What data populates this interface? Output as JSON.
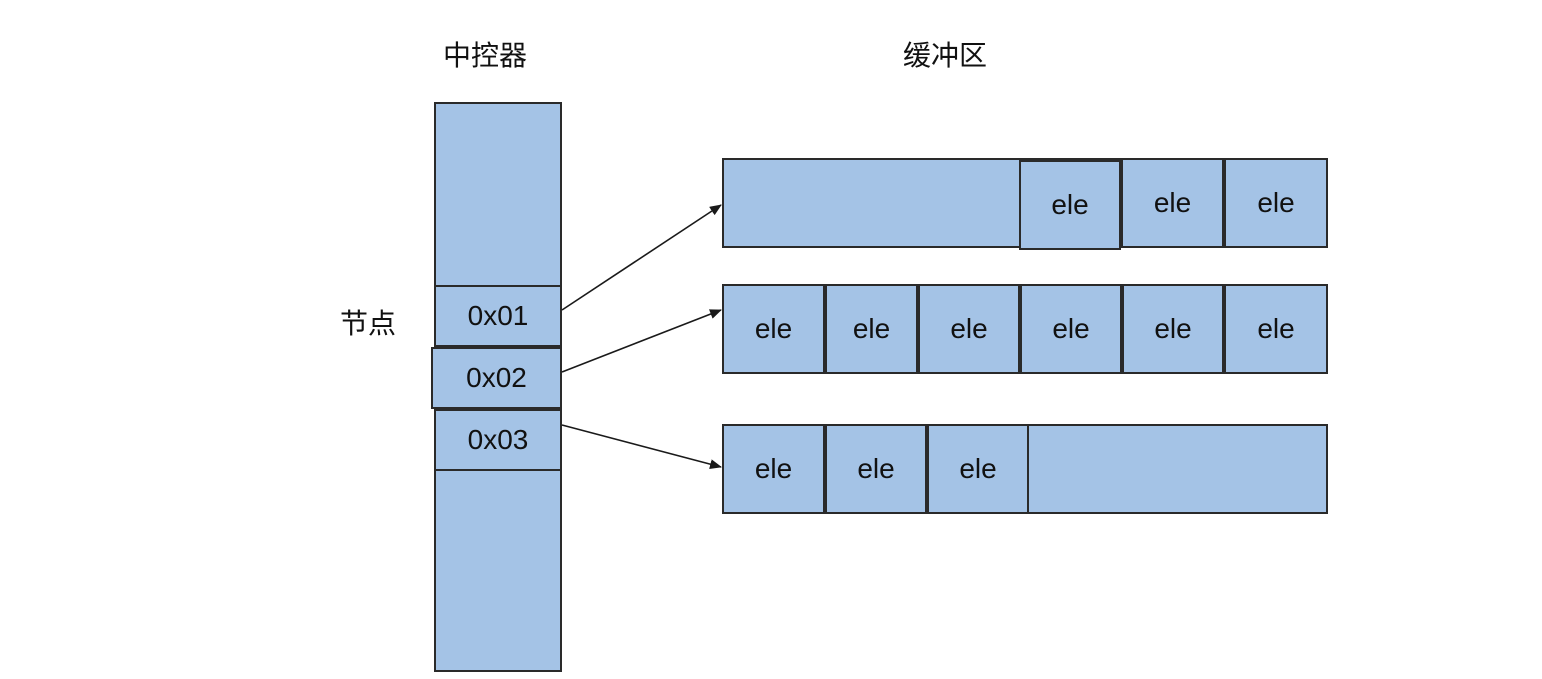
{
  "controller": {
    "title": "中控器",
    "node_label": "节点",
    "nodes": [
      "0x01",
      "0x02",
      "0x03"
    ]
  },
  "buffer": {
    "title": "缓冲区",
    "rows": [
      [
        "ele",
        "ele",
        "ele"
      ],
      [
        "ele",
        "ele",
        "ele",
        "ele",
        "ele",
        "ele"
      ],
      [
        "ele",
        "ele",
        "ele"
      ]
    ]
  },
  "colors": {
    "fill": "#a4c3e6",
    "stroke": "#2a2a2a"
  }
}
